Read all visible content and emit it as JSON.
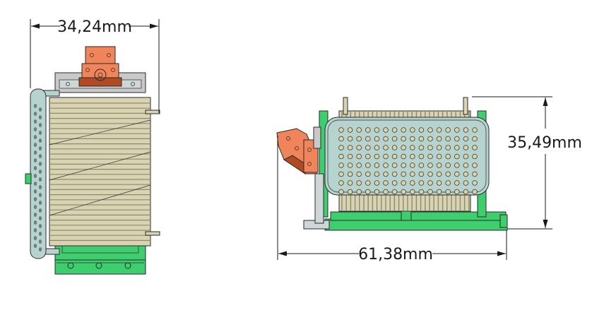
{
  "dimensions": {
    "width_front": "34,24mm",
    "height_side": "35,49mm",
    "length_side": "61,38mm"
  },
  "colors": {
    "coil": "#d8d3b2",
    "coil_stripe": "#8e8a6c",
    "base": "#3fce6e",
    "base_dark": "#1e8f44",
    "connector": "#f0845a",
    "connector_dark": "#b04a22",
    "bracket": "#cfd6d8",
    "cage": "#b7d3cf",
    "hole": "#d9d4a5",
    "metal": "#c9c9c9"
  }
}
